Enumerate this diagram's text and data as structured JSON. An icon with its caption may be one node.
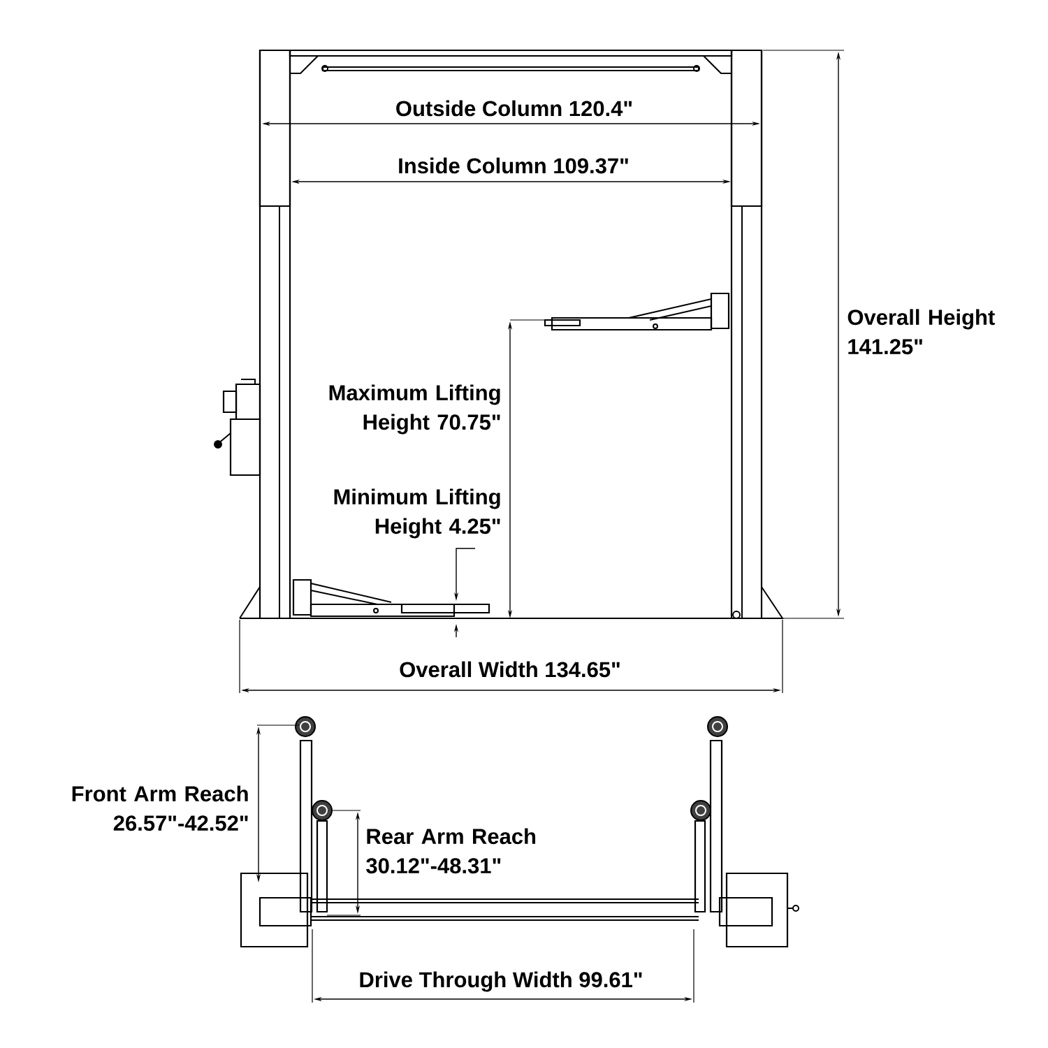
{
  "diagram": {
    "labels": [
      "Outside Column 120.4\"",
      "Inside Column 109.37\"",
      "Overall Height 141.25\"",
      "Maximum Lifting Height 70.75\"",
      "Minimum Lifting Height 4.25\"",
      "Overall Width 134.65\"",
      "Front Arm Reach 26.57\"-42.52\"",
      "Rear Arm Reach 30.12\"-48.31\"",
      "Drive Through Width 99.61\""
    ]
  }
}
